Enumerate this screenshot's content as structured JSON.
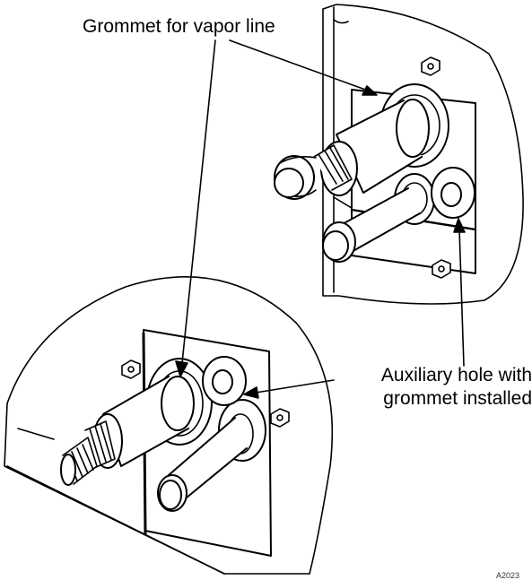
{
  "labels": {
    "vapor_grommet": "Grommet for vapor line",
    "auxiliary_line1": "Auxiliary hole with",
    "auxiliary_line2": "grommet installed",
    "figure_code": "A2023"
  },
  "colors": {
    "ink": "#000000",
    "background": "#ffffff"
  }
}
